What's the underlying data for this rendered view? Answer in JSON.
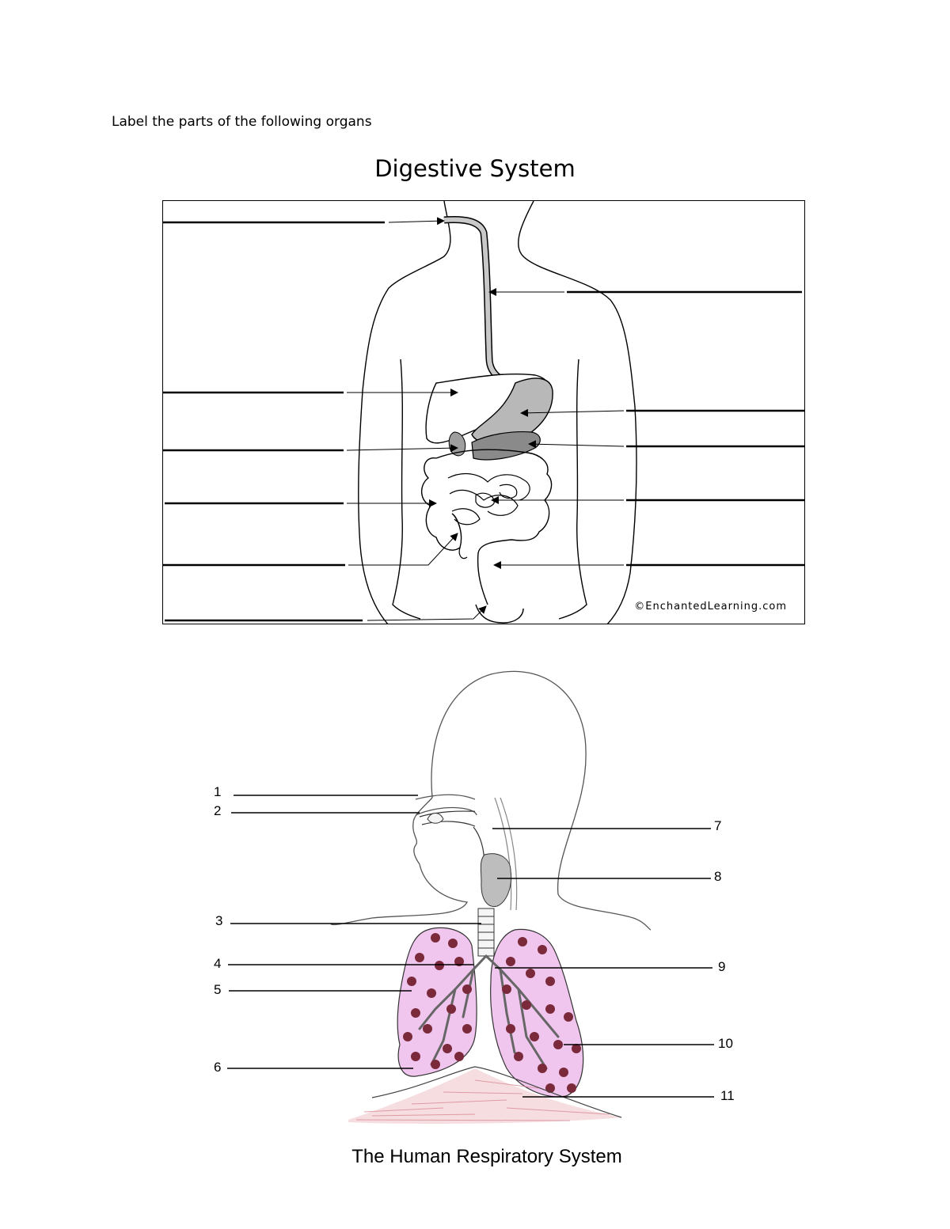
{
  "instruction": "Label the parts of the following organs",
  "digestive": {
    "title": "Digestive System",
    "credit": "©EnchantedLearning.com"
  },
  "respiratory": {
    "title": "The Human Respiratory System",
    "numbers": [
      "1",
      "2",
      "3",
      "4",
      "5",
      "6",
      "7",
      "8",
      "9",
      "10",
      "11"
    ]
  },
  "colors": {
    "lung": "#f1c6ee",
    "organ_gray": "#b8b8b8",
    "diaphragm": "#d98a95"
  }
}
